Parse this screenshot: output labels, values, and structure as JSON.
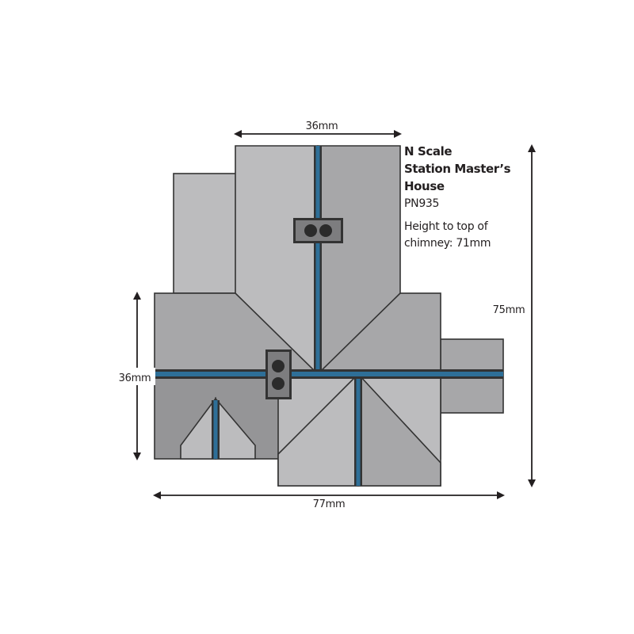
{
  "product": {
    "title_lines": [
      "N Scale",
      "Station Master’s",
      "House"
    ],
    "code": "PN935",
    "height_note_lines": [
      "Height to top of",
      "chimney: 71mm"
    ]
  },
  "dimensions": {
    "top_width": "36mm",
    "left_depth": "36mm",
    "total_height": "75mm",
    "total_width": "77mm"
  },
  "colors": {
    "roof_light": "#bcbcbe",
    "roof_mid": "#a7a7a9",
    "roof_dark": "#959597",
    "outline": "#333333",
    "ridge_blue": "#2e6f98",
    "chimney": "#7d7d7f",
    "chimney_pot": "#2b2b2b"
  }
}
